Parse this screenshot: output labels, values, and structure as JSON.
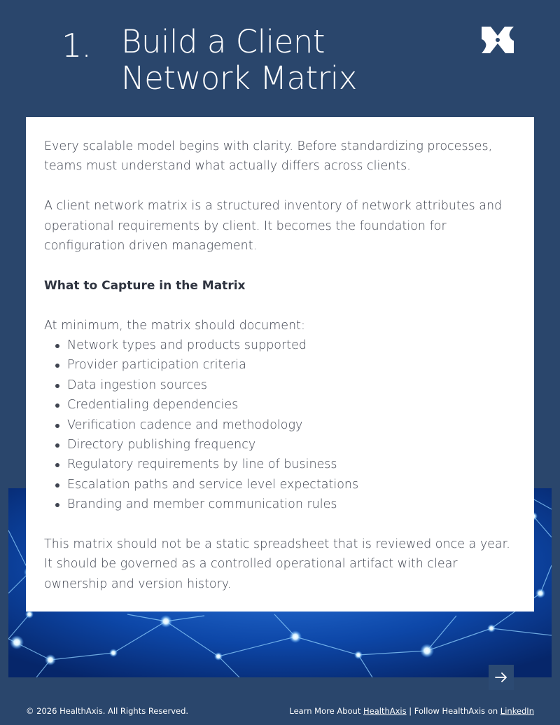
{
  "header": {
    "section_number": "1.",
    "title": "Build a Client Network Matrix"
  },
  "body": {
    "intro": "Every scalable model begins with clarity. Before standardizing processes, teams must understand what actually differs across clients.",
    "definition": "A client network matrix is a structured inventory of network attributes and operational requirements by client. It becomes the foundation for configuration driven management.",
    "subheading": "What to Capture in the Matrix",
    "list_intro": "At minimum, the matrix should document:",
    "items": [
      "Network types and products supported",
      "Provider participation criteria",
      "Data ingestion sources",
      "Credentialing dependencies",
      "Verification cadence and methodology",
      "Directory publishing frequency",
      "Regulatory requirements by line of business",
      "Escalation paths and service level expectations",
      "Branding and member communication rules"
    ],
    "closing": "This matrix should not be a static spreadsheet that is reviewed once a year. It should be governed as a controlled operational artifact with clear ownership and version history."
  },
  "footer": {
    "copyright": "© 2026 HealthAxis. All Rights Reserved.",
    "learn_more_prefix": "Learn More About ",
    "learn_more_link": "HealthAxis",
    "separator": " | Follow HealthAxis on ",
    "linkedin_link": "LinkedIn"
  },
  "icons": {
    "logo": "healthaxis-x-logo-icon",
    "next": "arrow-right-icon"
  },
  "colors": {
    "background": "#2a466c",
    "card": "#ffffff",
    "text": "#3f4450",
    "network_blue": "#0b3a8a"
  }
}
